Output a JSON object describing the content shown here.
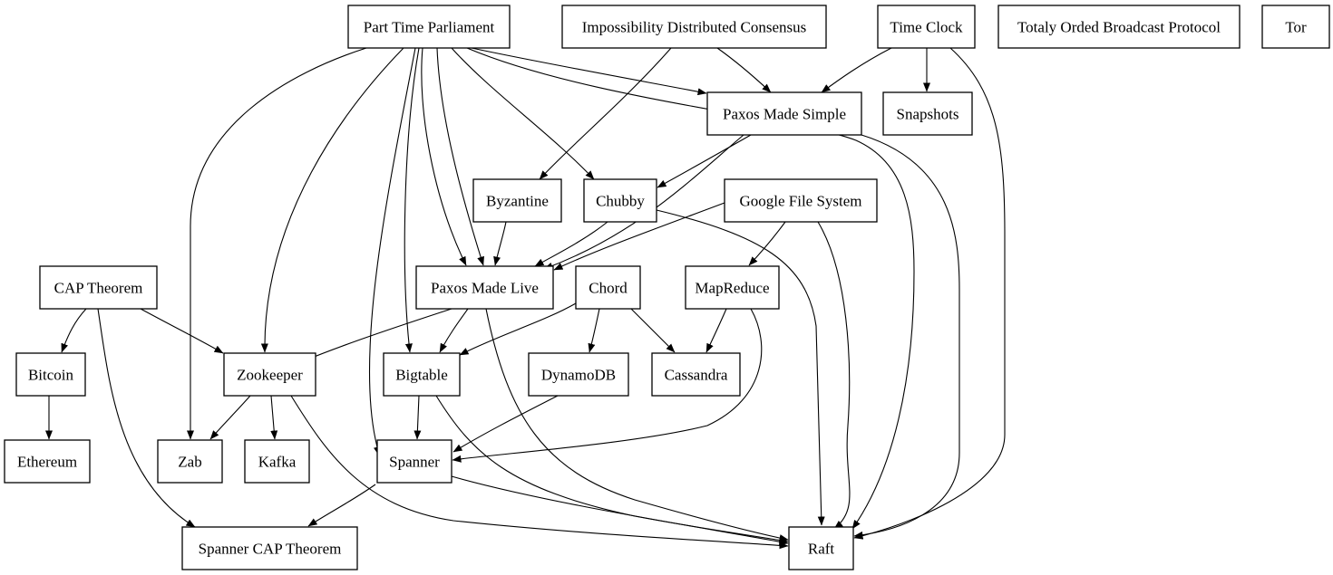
{
  "diagram": {
    "nodes": [
      {
        "id": "ptp",
        "label": "Part Time Parliament",
        "name": "node-part-time-parliament"
      },
      {
        "id": "idc",
        "label": "Impossibility Distributed Consensus",
        "name": "node-impossibility-distributed-consensus"
      },
      {
        "id": "tc",
        "label": "Time Clock",
        "name": "node-time-clock"
      },
      {
        "id": "tobp",
        "label": "Totaly Orded Broadcast Protocol",
        "name": "node-totaly-orded-broadcast-protocol"
      },
      {
        "id": "tor",
        "label": "Tor",
        "name": "node-tor"
      },
      {
        "id": "pms",
        "label": "Paxos Made Simple",
        "name": "node-paxos-made-simple"
      },
      {
        "id": "snap",
        "label": "Snapshots",
        "name": "node-snapshots"
      },
      {
        "id": "byz",
        "label": "Byzantine",
        "name": "node-byzantine"
      },
      {
        "id": "chubby",
        "label": "Chubby",
        "name": "node-chubby"
      },
      {
        "id": "gfs",
        "label": "Google File System",
        "name": "node-google-file-system"
      },
      {
        "id": "cap",
        "label": "CAP Theorem",
        "name": "node-cap-theorem"
      },
      {
        "id": "pml",
        "label": "Paxos Made Live",
        "name": "node-paxos-made-live"
      },
      {
        "id": "chord",
        "label": "Chord",
        "name": "node-chord"
      },
      {
        "id": "mr",
        "label": "MapReduce",
        "name": "node-mapreduce"
      },
      {
        "id": "btc",
        "label": "Bitcoin",
        "name": "node-bitcoin"
      },
      {
        "id": "zk",
        "label": "Zookeeper",
        "name": "node-zookeeper"
      },
      {
        "id": "bt",
        "label": "Bigtable",
        "name": "node-bigtable"
      },
      {
        "id": "ddb",
        "label": "DynamoDB",
        "name": "node-dynamodb"
      },
      {
        "id": "cass",
        "label": "Cassandra",
        "name": "node-cassandra"
      },
      {
        "id": "eth",
        "label": "Ethereum",
        "name": "node-ethereum"
      },
      {
        "id": "zab",
        "label": "Zab",
        "name": "node-zab"
      },
      {
        "id": "kafka",
        "label": "Kafka",
        "name": "node-kafka"
      },
      {
        "id": "spanner",
        "label": "Spanner",
        "name": "node-spanner"
      },
      {
        "id": "scap",
        "label": "Spanner CAP Theorem",
        "name": "node-spanner-cap-theorem"
      },
      {
        "id": "raft",
        "label": "Raft",
        "name": "node-raft"
      }
    ],
    "edges": [
      {
        "from": "ptp",
        "to": "pms"
      },
      {
        "from": "ptp",
        "to": "chubby"
      },
      {
        "from": "ptp",
        "to": "pml"
      },
      {
        "from": "ptp",
        "to": "pml"
      },
      {
        "from": "ptp",
        "to": "zk"
      },
      {
        "from": "ptp",
        "to": "zab"
      },
      {
        "from": "ptp",
        "to": "bt"
      },
      {
        "from": "ptp",
        "to": "spanner"
      },
      {
        "from": "ptp",
        "to": "raft"
      },
      {
        "from": "idc",
        "to": "pms"
      },
      {
        "from": "idc",
        "to": "byz"
      },
      {
        "from": "tc",
        "to": "pms"
      },
      {
        "from": "tc",
        "to": "snap"
      },
      {
        "from": "tc",
        "to": "raft"
      },
      {
        "from": "pms",
        "to": "chubby"
      },
      {
        "from": "pms",
        "to": "pml"
      },
      {
        "from": "pms",
        "to": "raft"
      },
      {
        "from": "byz",
        "to": "pml"
      },
      {
        "from": "chubby",
        "to": "pml"
      },
      {
        "from": "chubby",
        "to": "raft"
      },
      {
        "from": "gfs",
        "to": "pml"
      },
      {
        "from": "gfs",
        "to": "mr"
      },
      {
        "from": "gfs",
        "to": "raft"
      },
      {
        "from": "cap",
        "to": "btc"
      },
      {
        "from": "cap",
        "to": "zk"
      },
      {
        "from": "cap",
        "to": "scap"
      },
      {
        "from": "pml",
        "to": "zk"
      },
      {
        "from": "pml",
        "to": "bt"
      },
      {
        "from": "pml",
        "to": "raft"
      },
      {
        "from": "chord",
        "to": "bt"
      },
      {
        "from": "chord",
        "to": "ddb"
      },
      {
        "from": "chord",
        "to": "cass"
      },
      {
        "from": "mr",
        "to": "cass"
      },
      {
        "from": "mr",
        "to": "spanner"
      },
      {
        "from": "btc",
        "to": "eth"
      },
      {
        "from": "zk",
        "to": "zab"
      },
      {
        "from": "zk",
        "to": "kafka"
      },
      {
        "from": "zk",
        "to": "raft"
      },
      {
        "from": "bt",
        "to": "spanner"
      },
      {
        "from": "bt",
        "to": "raft"
      },
      {
        "from": "ddb",
        "to": "spanner"
      },
      {
        "from": "spanner",
        "to": "scap"
      },
      {
        "from": "spanner",
        "to": "raft"
      }
    ]
  }
}
